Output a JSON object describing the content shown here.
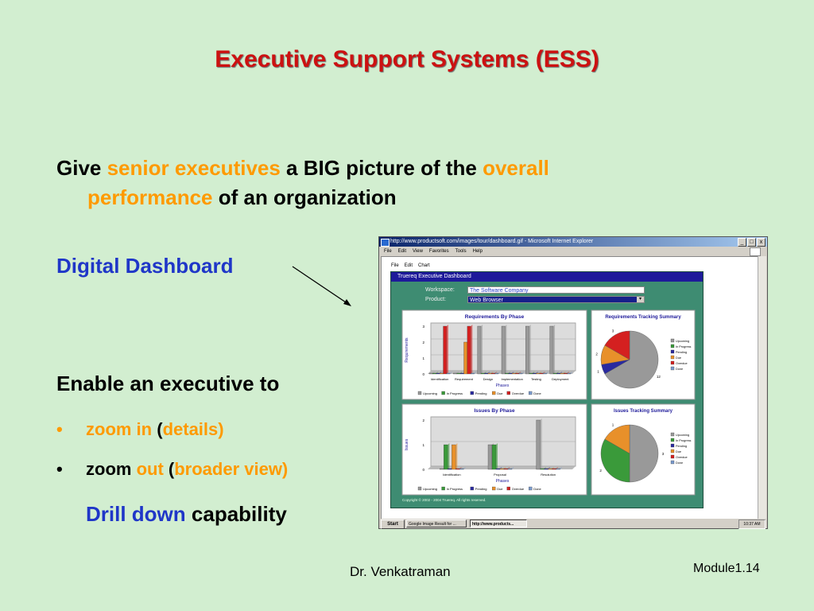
{
  "slide": {
    "title": "Executive Support Systems (ESS)",
    "para1": {
      "give": "Give ",
      "senior": "senior executives",
      "big": " a BIG picture of the ",
      "overall": "overall",
      "performance": "performance",
      "org": " of an organization"
    },
    "dashboard_heading": "Digital Dashboard",
    "enable": "Enable an executive to",
    "bullet_glyph": "•",
    "bullets": [
      {
        "a": "zoom in",
        "b": " (",
        "c": "details)"
      },
      {
        "a": "zoom ",
        "b": "out",
        "c": " (",
        "d": "broader view)"
      }
    ],
    "drill": {
      "a": "Drill down",
      "b": " capability"
    },
    "footer_author": "Dr. Venkatraman",
    "footer_module": "Module1.14",
    "colors": {
      "background": "#d2eed0",
      "title": "#cc1111",
      "orange": "#ff9a00",
      "blue": "#1f36c8"
    }
  },
  "screenshot": {
    "window_title": "http://www.productsoft.com/images/tour/dashboard.gif - Microsoft Internet Explorer",
    "window_buttons": [
      "_",
      "□",
      "x"
    ],
    "ie_menu": [
      "File",
      "Edit",
      "View",
      "Favorites",
      "Tools",
      "Help"
    ],
    "app_menu": [
      "File",
      "Edit",
      "Chart"
    ],
    "app_title": "Truereq Executive Dashboard",
    "workspace_label": "Workspace:",
    "workspace_value": "The Software Company",
    "product_label": "Product:",
    "product_value": "Web Browser",
    "copyright": "Copyright © 2002 - 2004 Truereq. All rights reserved.",
    "taskbar": {
      "start": "Start",
      "task1": "Google Image Result for ...",
      "task2": "http://www.products...",
      "clock": "10:37 AM"
    }
  },
  "chart_data": [
    {
      "type": "bar",
      "title": "Requirements By Phase",
      "ylabel": "Requirements",
      "xlabel": "Phases",
      "ylim": [
        0,
        3
      ],
      "yticks": [
        "0",
        "1",
        "2",
        "3"
      ],
      "categories": [
        "Identification",
        "Requirement",
        "Design",
        "Implementation",
        "Testing",
        "Deployment"
      ],
      "series": [
        {
          "name": "Upcoming",
          "color": "#999999",
          "values": [
            0,
            0,
            3,
            3,
            3,
            3
          ]
        },
        {
          "name": "In Progress",
          "color": "#3a9a3a",
          "values": [
            0,
            0,
            0,
            0,
            0,
            0
          ]
        },
        {
          "name": "Pending",
          "color": "#2a2aa0",
          "values": [
            0,
            0,
            0,
            0,
            0,
            0
          ]
        },
        {
          "name": "Due",
          "color": "#e8902a",
          "values": [
            0,
            2,
            0,
            0,
            0,
            0
          ]
        },
        {
          "name": "Overdue",
          "color": "#d42020",
          "values": [
            3,
            3,
            0,
            0,
            0,
            0
          ]
        },
        {
          "name": "Done",
          "color": "#7a9acc",
          "values": [
            0,
            0,
            0,
            0,
            0,
            0
          ]
        }
      ]
    },
    {
      "type": "pie",
      "title": "Requirements Tracking Summary",
      "labels": [
        "Upcoming",
        "In Progress",
        "Pending",
        "Due",
        "Overdue",
        "Done"
      ],
      "values": [
        12,
        0,
        1,
        2,
        3,
        0
      ],
      "colors": [
        "#999999",
        "#3a9a3a",
        "#2a2aa0",
        "#e8902a",
        "#d42020",
        "#7a9acc"
      ]
    },
    {
      "type": "bar",
      "title": "Issues By Phase",
      "ylabel": "Issues",
      "xlabel": "Phases",
      "ylim": [
        0,
        2
      ],
      "yticks": [
        "0",
        "1",
        "2"
      ],
      "categories": [
        "Identification",
        "Proposal",
        "Resolution"
      ],
      "series": [
        {
          "name": "Upcoming",
          "color": "#999999",
          "values": [
            0,
            1,
            2
          ]
        },
        {
          "name": "In Progress",
          "color": "#3a9a3a",
          "values": [
            1,
            1,
            0
          ]
        },
        {
          "name": "Pending",
          "color": "#2a2aa0",
          "values": [
            0,
            0,
            0
          ]
        },
        {
          "name": "Due",
          "color": "#e8902a",
          "values": [
            1,
            0,
            0
          ]
        },
        {
          "name": "Overdue",
          "color": "#d42020",
          "values": [
            0,
            0,
            0
          ]
        },
        {
          "name": "Done",
          "color": "#7a9acc",
          "values": [
            0,
            0,
            0
          ]
        }
      ]
    },
    {
      "type": "pie",
      "title": "Issues Tracking Summary",
      "labels": [
        "Upcoming",
        "In Progress",
        "Pending",
        "Due",
        "Overdue",
        "Done"
      ],
      "values": [
        3,
        2,
        0,
        1,
        0,
        0
      ],
      "colors": [
        "#999999",
        "#3a9a3a",
        "#2a2aa0",
        "#e8902a",
        "#d42020",
        "#7a9acc"
      ]
    }
  ]
}
